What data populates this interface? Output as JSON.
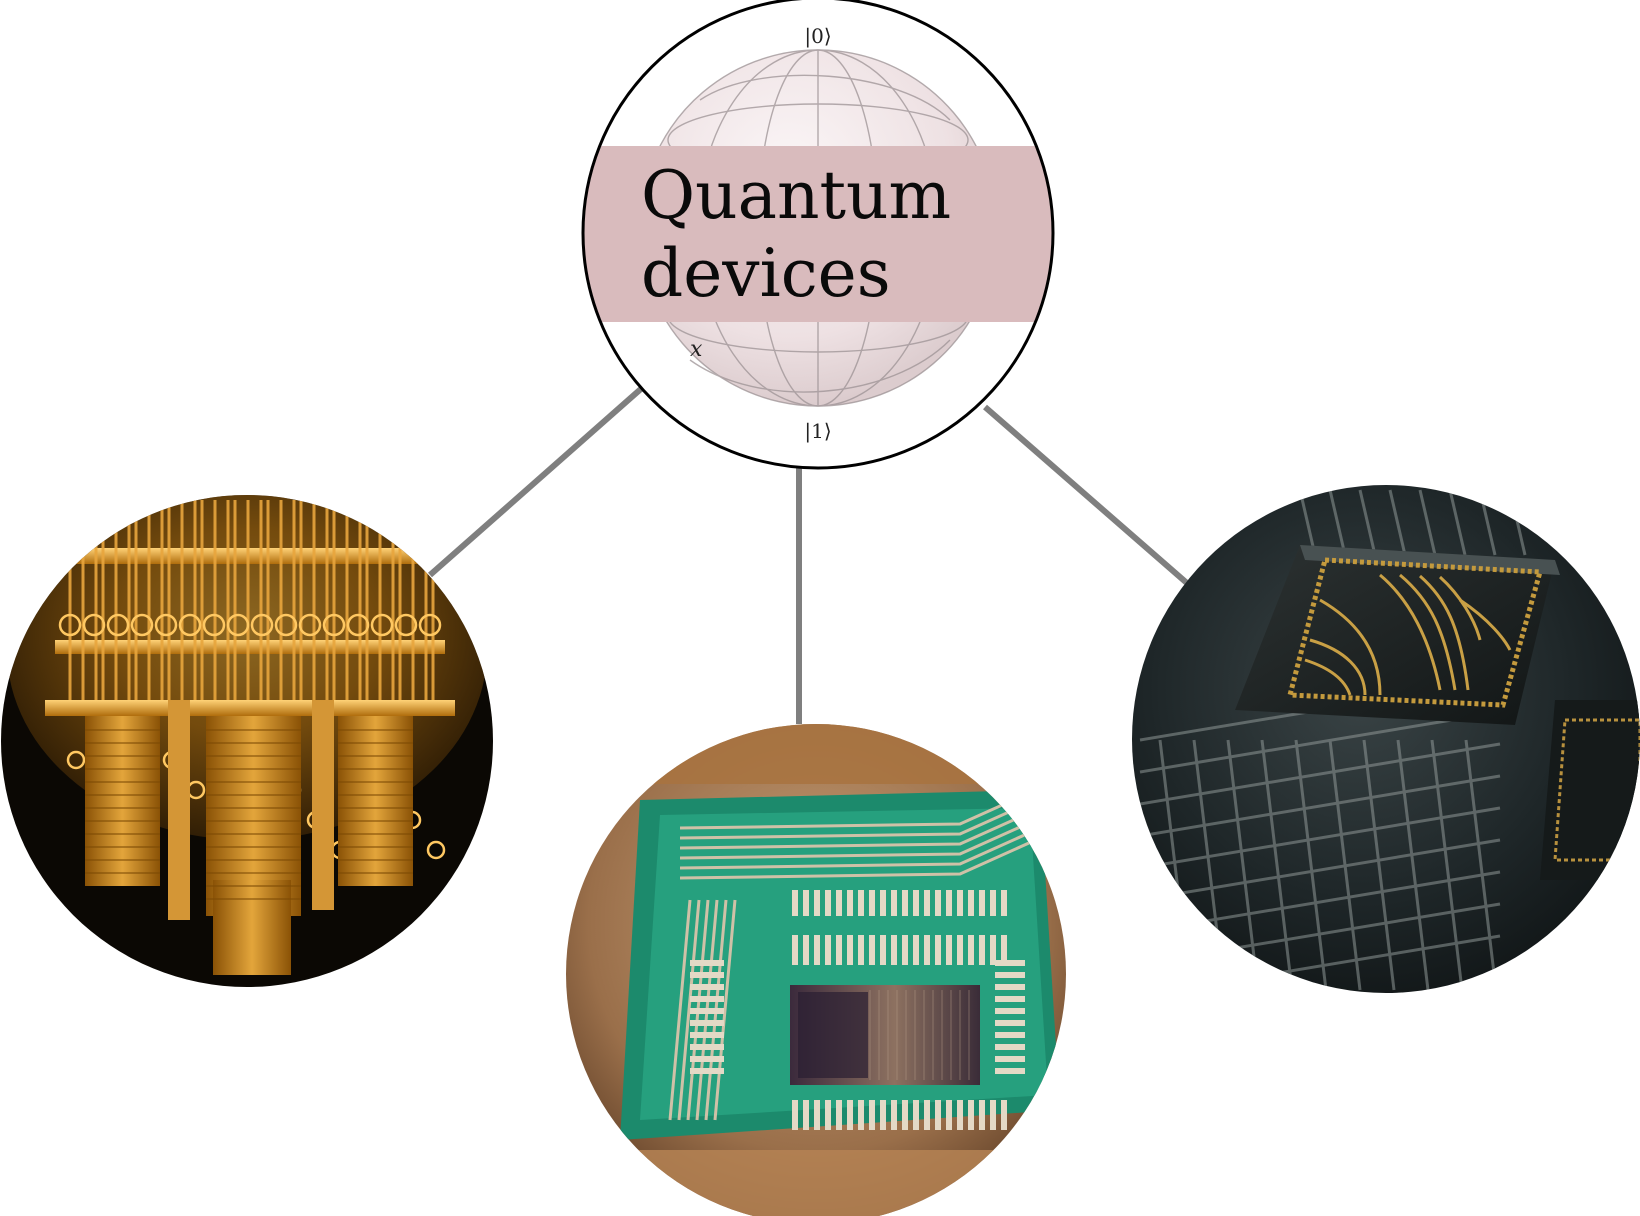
{
  "hub": {
    "title_line1": "Quantum",
    "title_line2": "devices",
    "ket_top": "|0⟩",
    "ket_bottom": "|1⟩",
    "axis_x": "x",
    "banner_color": "#d9bbbd",
    "sphere_color": "#f1e6e8"
  },
  "nodes": [
    {
      "name": "dilution-refrigerator-photo",
      "theme": "gold"
    },
    {
      "name": "annealing-chip-photo",
      "theme": "chip"
    },
    {
      "name": "photonic-chip-photo",
      "theme": "dark"
    }
  ]
}
